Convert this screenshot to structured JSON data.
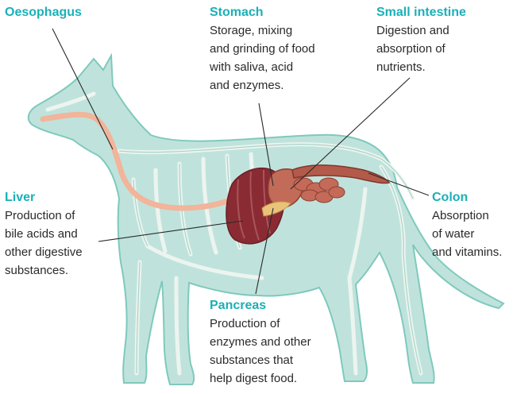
{
  "colors": {
    "title": "#1ab0b8",
    "body_fill": "#bfe3dc",
    "body_stroke": "#7fc9bd",
    "skeleton": "#f2f6f2",
    "oesophagus": "#f2b49a",
    "liver": "#8a2b33",
    "intestine": "#b35a4a",
    "pointer": "#2a2a2a"
  },
  "labels": {
    "oesophagus": {
      "title": "Oesophagus"
    },
    "stomach": {
      "title": "Stomach",
      "desc": "Storage, mixing\nand grinding of food\nwith saliva, acid\nand enzymes."
    },
    "small_intestine": {
      "title": "Small intestine",
      "desc": "Digestion and\nabsorption of\nnutrients."
    },
    "liver": {
      "title": "Liver",
      "desc": "Production of\nbile acids and\nother digestive\nsubstances."
    },
    "colon": {
      "title": "Colon",
      "desc": "Absorption\nof water\nand vitamins."
    },
    "pancreas": {
      "title": "Pancreas",
      "desc": "Production of\nenzymes and other\nsubstances that\nhelp digest food."
    }
  }
}
